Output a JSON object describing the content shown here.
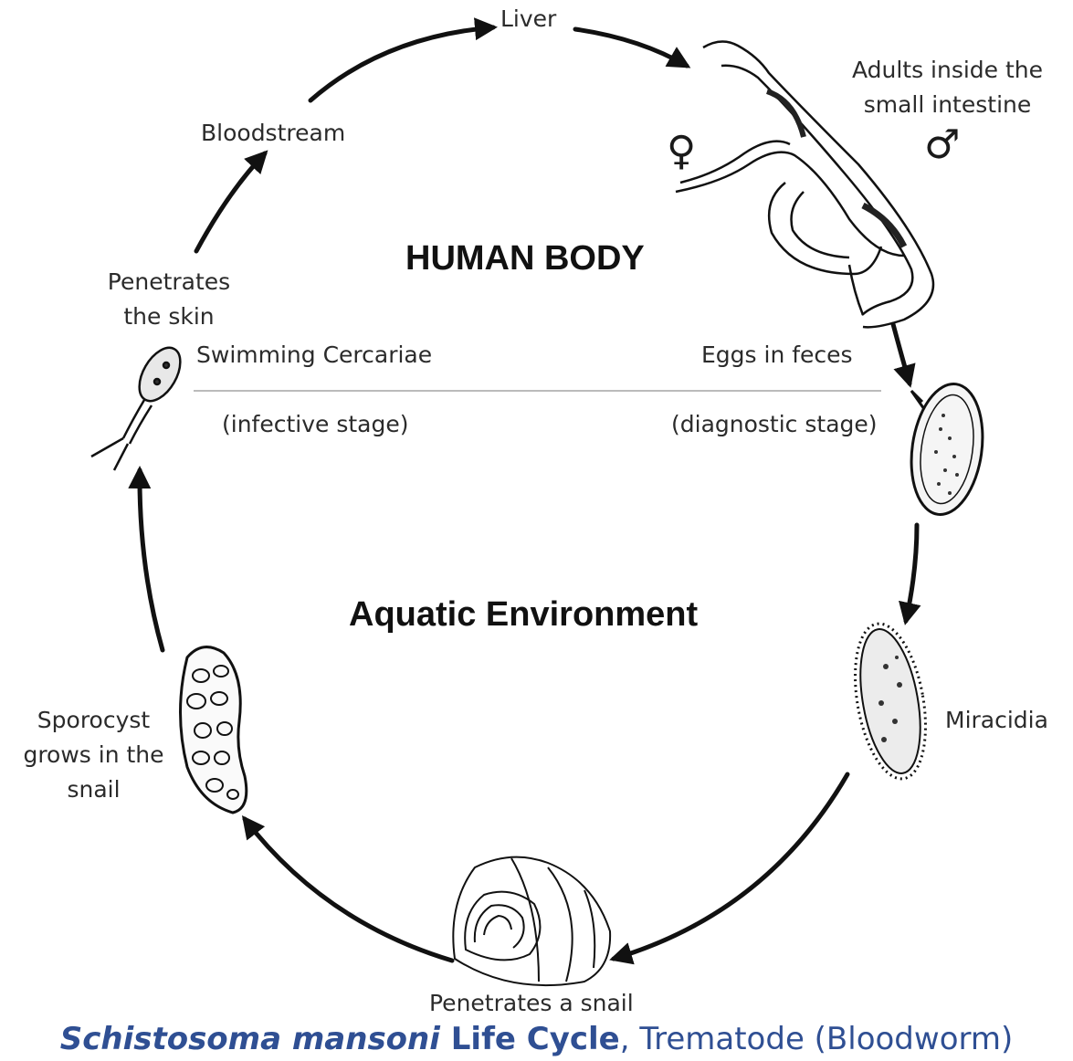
{
  "diagram": {
    "regions": {
      "human_body": "HUMAN BODY",
      "aquatic": "Aquatic Environment"
    },
    "stages": {
      "liver": "Liver",
      "adults_line1": "Adults inside the",
      "adults_line2": "small intestine",
      "eggs": "Eggs in feces",
      "diagnostic": "(diagnostic stage)",
      "miracidia": "Miracidia",
      "snail": "Penetrates a snail",
      "sporocyst_line1": "Sporocyst",
      "sporocyst_line2": "grows in the",
      "sporocyst_line3": "snail",
      "cercariae": "Swimming Cercariae",
      "infective": "(infective stage)",
      "skin_line1": "Penetrates",
      "skin_line2": "the skin",
      "bloodstream": "Bloodstream"
    },
    "symbols": {
      "female": "♀",
      "male": "♂"
    },
    "caption": {
      "species": "Schistosoma mansoni",
      "life_cycle": " Life Cycle",
      "rest": ", Trematode (Bloodworm)"
    }
  }
}
